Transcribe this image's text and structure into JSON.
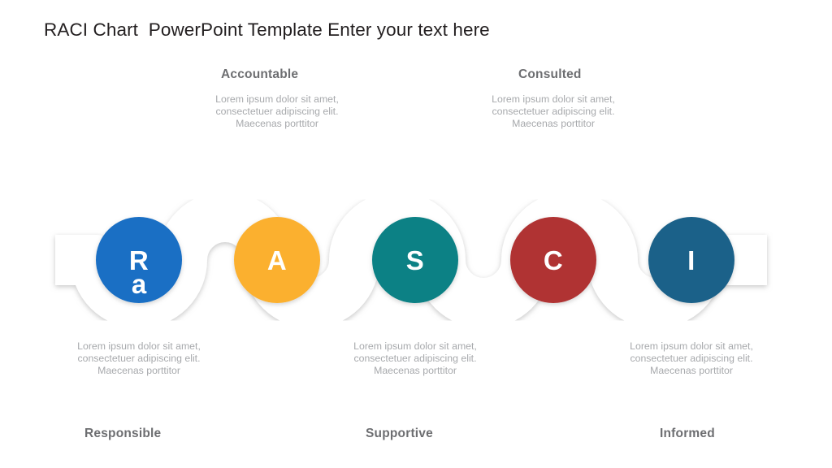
{
  "slide": {
    "title": "RACI Chart  PowerPoint Template Enter your text here",
    "background_color": "#ffffff",
    "ribbon_color": "#ffffff",
    "heading_color": "#6d6e71",
    "body_color": "#a7a9ac"
  },
  "nodes": [
    {
      "letter": "R",
      "color": "#1a6fc4",
      "overflow_glyph": "a"
    },
    {
      "letter": "A",
      "color": "#fbb02f",
      "overflow_glyph": ""
    },
    {
      "letter": "S",
      "color": "#0c8185",
      "overflow_glyph": ""
    },
    {
      "letter": "C",
      "color": "#b03333",
      "overflow_glyph": ""
    },
    {
      "letter": "I",
      "color": "#1b6189",
      "overflow_glyph": ""
    }
  ],
  "groups": [
    {
      "heading": "Responsible",
      "body": "Lorem ipsum dolor sit amet, consectetuer adipiscing elit. Maecenas porttitor",
      "position": "bottom"
    },
    {
      "heading": "Accountable",
      "body": "Lorem ipsum dolor sit amet, consectetuer adipiscing elit. Maecenas porttitor",
      "position": "top"
    },
    {
      "heading": "Supportive",
      "body": "Lorem ipsum dolor sit amet, consectetuer adipiscing elit. Maecenas porttitor",
      "position": "bottom"
    },
    {
      "heading": "Consulted",
      "body": "Lorem ipsum dolor sit amet, consectetuer adipiscing elit. Maecenas porttitor",
      "position": "top"
    },
    {
      "heading": "Informed",
      "body": "Lorem ipsum dolor sit amet, consectetuer adipiscing elit. Maecenas porttitor",
      "position": "bottom"
    }
  ]
}
